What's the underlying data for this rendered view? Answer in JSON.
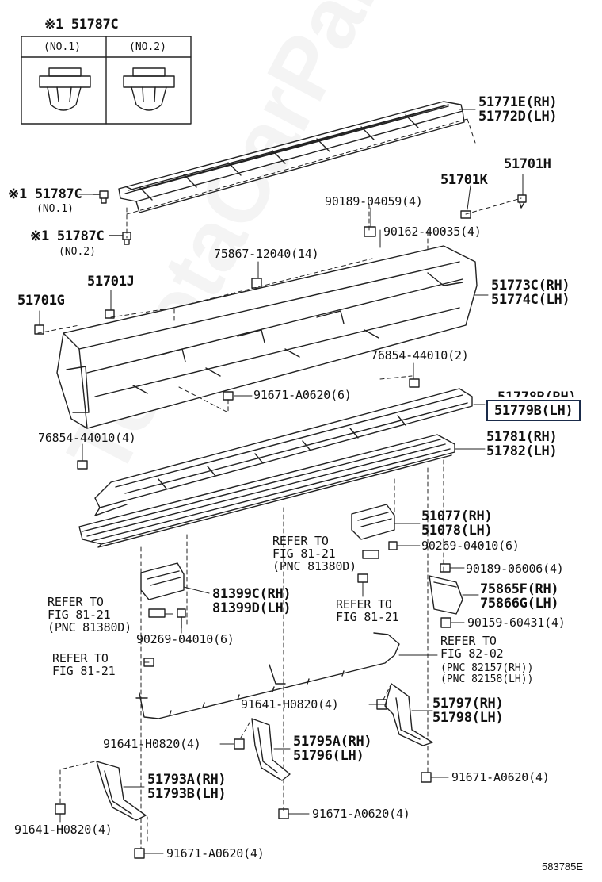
{
  "clip_table": {
    "title": "※1 51787C",
    "col1": "(NO.1)",
    "col2": "(NO.2)"
  },
  "watermark": "ToyotaCarPartsMe.ru",
  "image_code": "583785E",
  "labels": {
    "p51771E": "51771E(RH)",
    "p51772D": "51772D(LH)",
    "p51787C_no1": "※1 51787C",
    "no1": "(NO.1)",
    "p51787C_no2": "※1 51787C",
    "no2": "(NO.2)",
    "p51701H": "51701H",
    "p51701K": "51701K",
    "p90189_04059": "90189-04059(4)",
    "p90162_40035": "90162-40035(4)",
    "p75867_12040": "75867-12040(14)",
    "p51701J": "51701J",
    "p51701G": "51701G",
    "p51773C": "51773C(RH)",
    "p51774C": "51774C(LH)",
    "p76854_44010_2": "76854-44010(2)",
    "p91671_A0620_6": "91671-A0620(6)",
    "p51778B": "51778B(RH)",
    "p51779B": "51779B(LH)",
    "p76854_44010_4": "76854-44010(4)",
    "p51781": "51781(RH)",
    "p51782": "51782(LH)",
    "p51077": "51077(RH)",
    "p51078": "51078(LH)",
    "ref1_a": "REFER TO",
    "ref1_b": "FIG 81-21",
    "ref1_c": "(PNC 81380D)",
    "p90269_04010_6a": "90269-04010(6)",
    "p90189_06006": "90189-06006(4)",
    "p81399C": "81399C(RH)",
    "p81399D": "81399D(LH)",
    "ref2_a": "REFER TO",
    "ref2_b": "FIG 81-21",
    "ref2_c": "(PNC 81380D)",
    "ref3_a": "REFER TO",
    "ref3_b": "FIG 81-21",
    "p75865F": "75865F(RH)",
    "p75866G": "75866G(LH)",
    "p90159_60431": "90159-60431(4)",
    "p90269_04010_6b": "90269-04010(6)",
    "ref4_a": "REFER TO",
    "ref4_b": "FIG 81-21",
    "ref5_a": "REFER TO",
    "ref5_b": "FIG 82-02",
    "ref5_c": "(PNC 82157(RH))",
    "ref5_d": "(PNC 82158(LH))",
    "p91641_H0820_4a": "91641-H0820(4)",
    "p51797": "51797(RH)",
    "p51798": "51798(LH)",
    "p91641_H0820_4b": "91641-H0820(4)",
    "p51795A": "51795A(RH)",
    "p51796": "51796(LH)",
    "p91671_A0620_4a": "91671-A0620(4)",
    "p51793A": "51793A(RH)",
    "p51793B": "51793B(LH)",
    "p91671_A0620_4b": "91671-A0620(4)",
    "p91641_H0820_4c": "91641-H0820(4)",
    "p91671_A0620_4c": "91671-A0620(4)"
  },
  "colors": {
    "line": "#222222",
    "highlight_border": "#1a2b4a",
    "watermark": "#0000000b"
  }
}
